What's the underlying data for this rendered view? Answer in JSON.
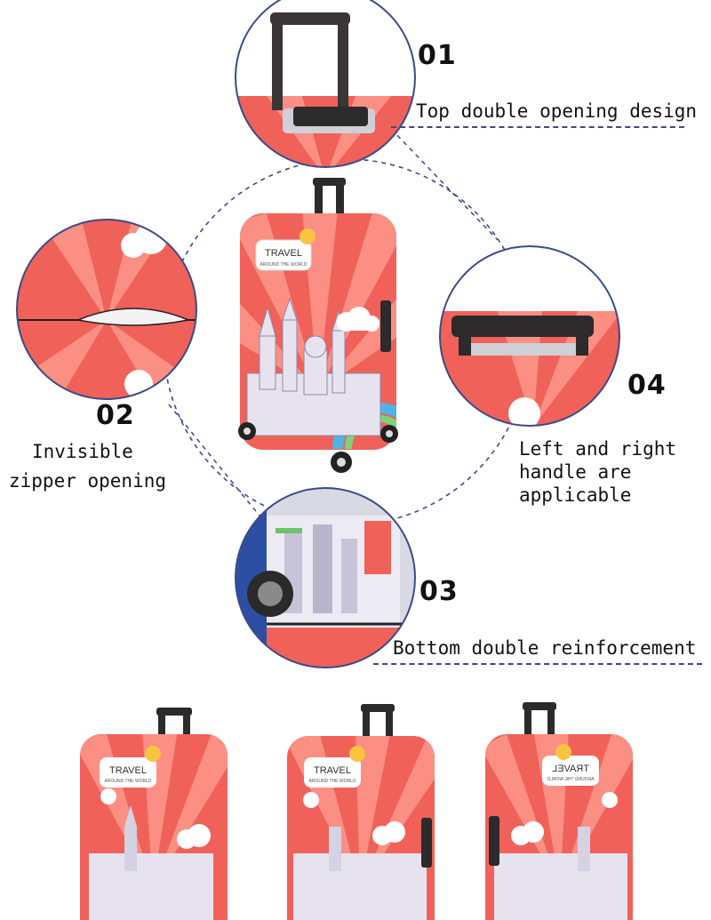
{
  "colors": {
    "cover_red": "#f0615a",
    "cover_ray": "#fb8f84",
    "cloud": "#ffffff",
    "handle": "#2c2a2b",
    "frame_ring": "#3c4a86",
    "dash": "#3c4a86",
    "text": "#111111"
  },
  "features": [
    {
      "number": "01",
      "caption": "Top double opening design"
    },
    {
      "number": "02",
      "caption_line1": "Invisible",
      "caption_line2": "zipper opening"
    },
    {
      "number": "03",
      "caption": "Bottom double reinforcement"
    },
    {
      "number": "04",
      "caption_line1": "Left and right",
      "caption_line2": "handle are",
      "caption_line3": "applicable"
    }
  ],
  "badge": {
    "title": "TRAVEL",
    "subtitle": "AROUND THE WORLD"
  },
  "icons": [
    "cloud-icon",
    "sun-icon",
    "rainbow-icon",
    "landmark-icon",
    "wheel-icon",
    "handle-icon"
  ]
}
